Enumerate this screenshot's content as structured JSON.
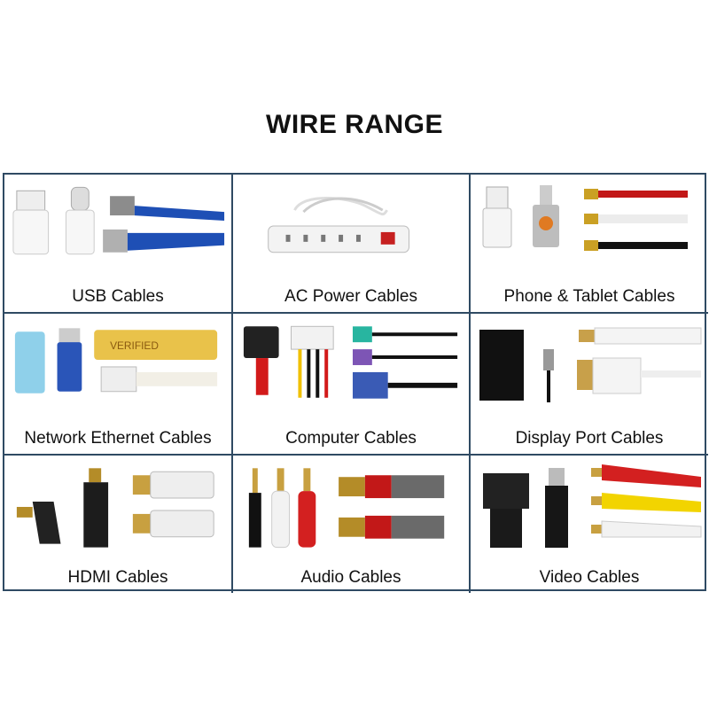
{
  "title": "WIRE RANGE",
  "cells": [
    {
      "label": "USB Cables",
      "icon": "usb-cable-icon"
    },
    {
      "label": "AC Power Cables",
      "icon": "power-strip-icon"
    },
    {
      "label": "Phone & Tablet Cables",
      "icon": "phone-cable-icon"
    },
    {
      "label": "Network Ethernet Cables",
      "icon": "ethernet-cable-icon",
      "print": "VERIFIED"
    },
    {
      "label": "Computer Cables",
      "icon": "computer-cable-icon"
    },
    {
      "label": "Display Port Cables",
      "icon": "displayport-cable-icon"
    },
    {
      "label": "HDMI Cables",
      "icon": "hdmi-cable-icon"
    },
    {
      "label": "Audio Cables",
      "icon": "audio-cable-icon"
    },
    {
      "label": "Video Cables",
      "icon": "video-cable-icon"
    }
  ],
  "colors": {
    "border": "#2f4a63",
    "usb_blue": "#1e4fb5",
    "rca_red": "#d32020",
    "rca_yellow": "#f2d400",
    "ethernet_yellow": "#e9c24a"
  }
}
